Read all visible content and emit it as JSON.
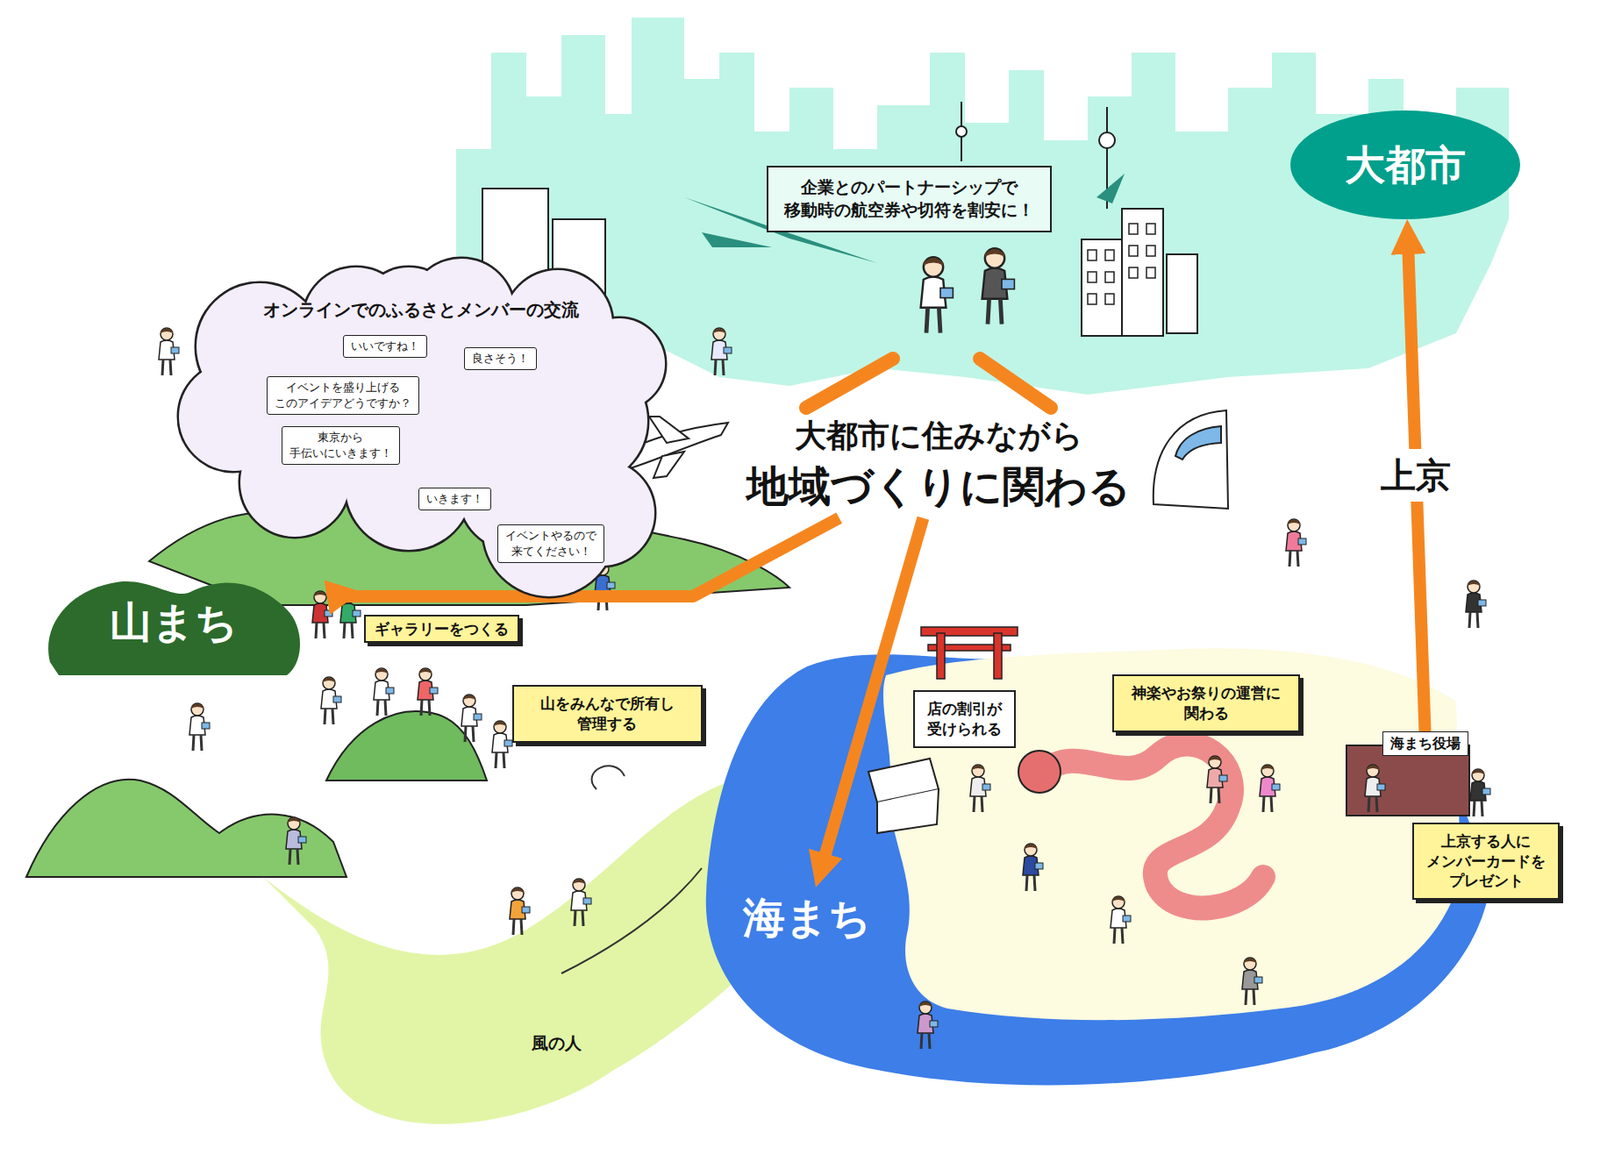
{
  "diagram": {
    "nodes": [
      {
        "text": [
          "大都市"
        ]
      },
      {
        "text": [
          "企業とのパートナーシップで 移動時の航空券や切符を割安に！"
        ]
      },
      {
        "text": [
          "オンラインでのふるさとメンバーの交流"
        ]
      },
      {
        "text": [
          "いいですね！"
        ],
        "in": 2
      },
      {
        "text": [
          "良さそう！"
        ],
        "in": 2
      },
      {
        "text": [
          "イベントを盛り上げる このアイデアどうですか？"
        ],
        "in": 2
      },
      {
        "text": [
          "東京から 手伝いにいきます！"
        ],
        "in": 2
      },
      {
        "text": [
          "いきます！"
        ],
        "in": 2
      },
      {
        "text": [
          "イベントやるので 来てください！"
        ],
        "in": 2
      },
      {
        "text": [
          "大都市に住みながら",
          "地域づくりに関わる"
        ]
      },
      {
        "text": [
          "山まち"
        ]
      },
      {
        "text": [
          "ギャラリーをつくる"
        ]
      },
      {
        "text": [
          "山をみんなで所有し 管理する"
        ]
      },
      {
        "text": [
          "神楽やお祭りの運営に 関わる"
        ]
      },
      {
        "text": [
          "店の割引が 受けられる"
        ]
      },
      {
        "text": [
          "海まち役場"
        ]
      },
      {
        "text": [
          "上京する人に メンバーカードを プレゼント"
        ]
      },
      {
        "text": [
          "海まち"
        ]
      }
    ],
    "edges": [
      {
        "from": 9,
        "to": 10,
        "arrow": "to"
      },
      {
        "from": 9,
        "to": 17,
        "arrow": "to"
      },
      {
        "from": 15,
        "to": 0,
        "label": "上京",
        "arrow": "to"
      }
    ],
    "labels": [
      "風の人"
    ]
  }
}
